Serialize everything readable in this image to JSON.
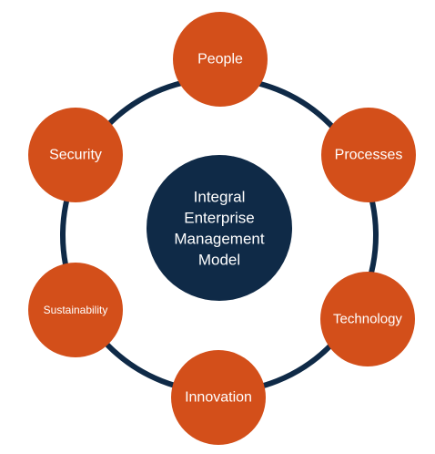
{
  "colors": {
    "ring": "#0f2a47",
    "center_fill": "#0f2a47",
    "node_fill": "#d34f1a",
    "text": "#ffffff"
  },
  "center": {
    "lines": [
      "Integral",
      "Enterprise",
      "Management",
      "Model"
    ]
  },
  "nodes": [
    {
      "label": "People"
    },
    {
      "label": "Processes"
    },
    {
      "label": "Technology"
    },
    {
      "label": "Innovation"
    },
    {
      "label": "Sustainability"
    },
    {
      "label": "Security"
    }
  ]
}
